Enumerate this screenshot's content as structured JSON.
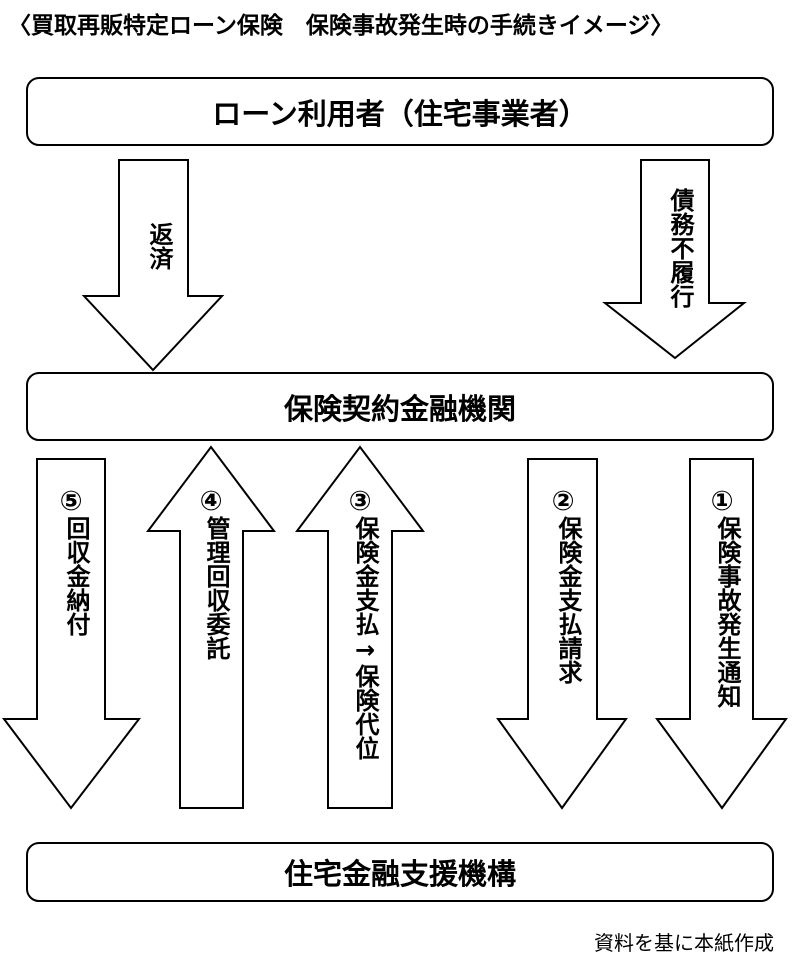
{
  "title": "〈買取再販特定ローン保険　保険事故発生時の手続きイメージ〉",
  "boxes": {
    "user": "ローン利用者（住宅事業者）",
    "bank": "保険契約金融機関",
    "agency": "住宅金融支援機構"
  },
  "flows": [
    {
      "id": "repayment",
      "number": "",
      "label": "返済",
      "direction": "down",
      "from": "user",
      "to": "bank"
    },
    {
      "id": "default",
      "number": "",
      "label": "債務不履行",
      "direction": "down",
      "from": "user",
      "to": "bank"
    },
    {
      "id": "step5",
      "number": "⑤",
      "label": "回収金納付",
      "direction": "down",
      "from": "bank",
      "to": "agency"
    },
    {
      "id": "step4",
      "number": "④",
      "label": "管理回収委託",
      "direction": "up",
      "from": "agency",
      "to": "bank"
    },
    {
      "id": "step3",
      "number": "③",
      "label": "保険金支払→保険代位",
      "direction": "up",
      "from": "agency",
      "to": "bank"
    },
    {
      "id": "step2",
      "number": "②",
      "label": "保険金支払請求",
      "direction": "down",
      "from": "bank",
      "to": "agency"
    },
    {
      "id": "step1",
      "number": "①",
      "label": "保険事故発生通知",
      "direction": "down",
      "from": "bank",
      "to": "agency"
    }
  ],
  "source": "資料を基に本紙作成"
}
